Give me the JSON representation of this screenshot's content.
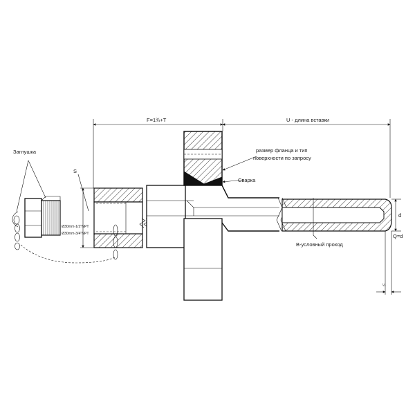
{
  "labels": {
    "plug": "Заглушка",
    "s_dim": "S",
    "thread_1": "Ø30mm-1/2\"NPT",
    "thread_2": "Ø30mm-3/4\"NPT",
    "f_dim": "F=1¾+T",
    "u_dim": "U - длина вставки",
    "flange_note_1": "размер фланца и тип",
    "flange_note_2": "поверхности по запросу",
    "weld": "Сварка",
    "d_dim": "d",
    "q_dim": "Q=d",
    "b_bore": "В-условный проход",
    "quarter": "¼"
  }
}
